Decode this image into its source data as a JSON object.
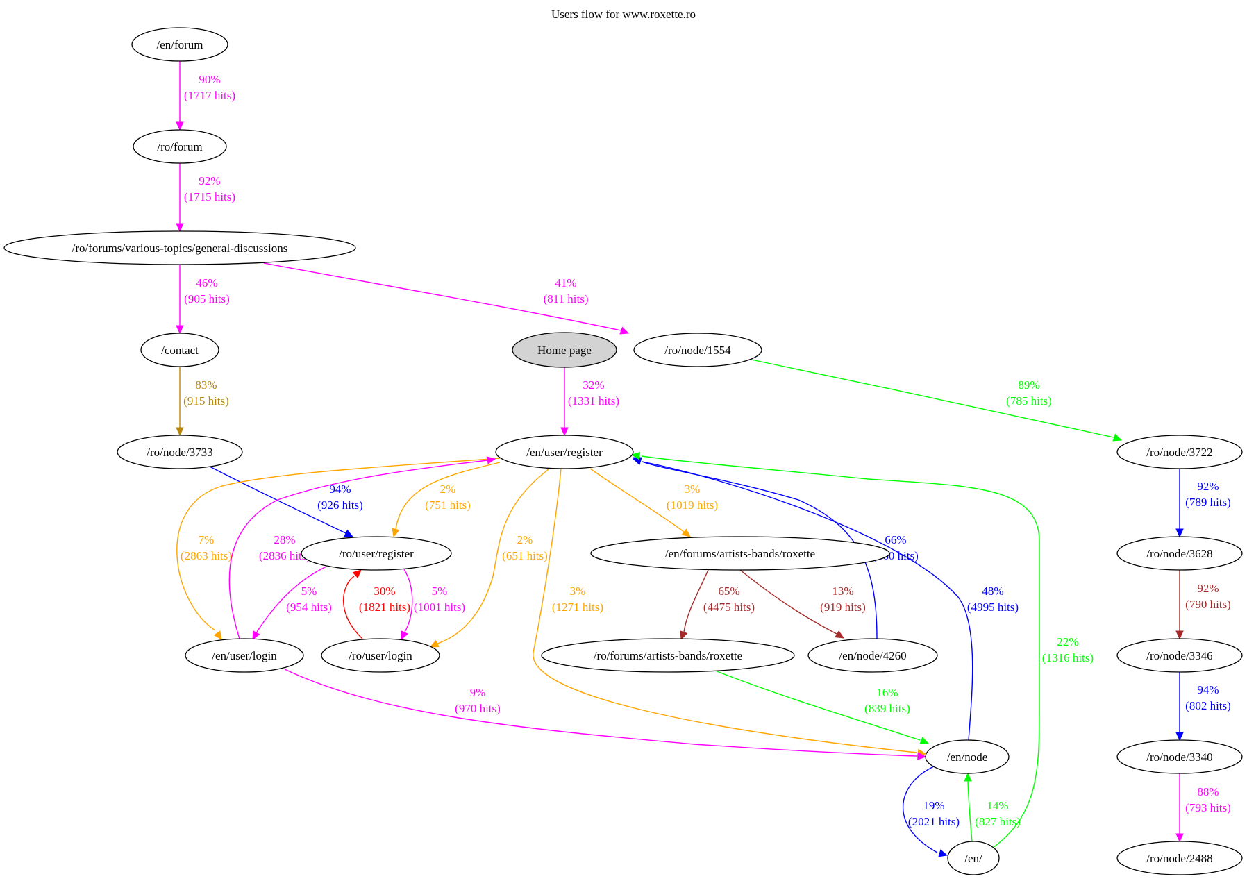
{
  "title": "Users flow for www.roxette.ro",
  "colors": {
    "magenta": "#ff00ff",
    "orange": "#ffa500",
    "blue": "#0000ff",
    "green": "#00ff00",
    "brown": "#a52a2a",
    "goldenrod": "#b8860b",
    "red": "#ff0000",
    "node_fill": "#ffffff",
    "start_fill": "#d3d3d3"
  },
  "nodes": [
    {
      "id": "en_forum",
      "label": "/en/forum"
    },
    {
      "id": "ro_forum",
      "label": "/ro/forum"
    },
    {
      "id": "gen_disc",
      "label": "/ro/forums/various-topics/general-discussions"
    },
    {
      "id": "contact",
      "label": "/contact"
    },
    {
      "id": "home",
      "label": "Home page",
      "start": true
    },
    {
      "id": "ro_node_1554",
      "label": "/ro/node/1554"
    },
    {
      "id": "ro_node_3733",
      "label": "/ro/node/3733"
    },
    {
      "id": "en_user_register",
      "label": "/en/user/register"
    },
    {
      "id": "ro_node_3722",
      "label": "/ro/node/3722"
    },
    {
      "id": "ro_user_register",
      "label": "/ro/user/register"
    },
    {
      "id": "en_forums_roxette",
      "label": "/en/forums/artists-bands/roxette"
    },
    {
      "id": "ro_node_3628",
      "label": "/ro/node/3628"
    },
    {
      "id": "en_user_login",
      "label": "/en/user/login"
    },
    {
      "id": "ro_user_login",
      "label": "/ro/user/login"
    },
    {
      "id": "ro_forums_roxette",
      "label": "/ro/forums/artists-bands/roxette"
    },
    {
      "id": "en_node_4260",
      "label": "/en/node/4260"
    },
    {
      "id": "ro_node_3346",
      "label": "/ro/node/3346"
    },
    {
      "id": "en_node",
      "label": "/en/node"
    },
    {
      "id": "ro_node_3340",
      "label": "/ro/node/3340"
    },
    {
      "id": "en_root",
      "label": "/en/"
    },
    {
      "id": "ro_node_2488",
      "label": "/ro/node/2488"
    }
  ],
  "edges": [
    {
      "id": "e1",
      "from": "en_forum",
      "to": "ro_forum",
      "percent": "90%",
      "hits": "(1717 hits)",
      "color": "magenta"
    },
    {
      "id": "e2",
      "from": "ro_forum",
      "to": "gen_disc",
      "percent": "92%",
      "hits": "(1715 hits)",
      "color": "magenta"
    },
    {
      "id": "e3",
      "from": "gen_disc",
      "to": "contact",
      "percent": "46%",
      "hits": "(905 hits)",
      "color": "magenta"
    },
    {
      "id": "e4",
      "from": "gen_disc",
      "to": "ro_node_1554",
      "percent": "41%",
      "hits": "(811 hits)",
      "color": "magenta"
    },
    {
      "id": "e5",
      "from": "contact",
      "to": "ro_node_3733",
      "percent": "83%",
      "hits": "(915 hits)",
      "color": "goldenrod"
    },
    {
      "id": "e6",
      "from": "home",
      "to": "en_user_register",
      "percent": "32%",
      "hits": "(1331 hits)",
      "color": "magenta"
    },
    {
      "id": "e7",
      "from": "ro_node_1554",
      "to": "ro_node_3722",
      "percent": "89%",
      "hits": "(785 hits)",
      "color": "green"
    },
    {
      "id": "e8",
      "from": "ro_node_3733",
      "to": "ro_user_register",
      "percent": "94%",
      "hits": "(926 hits)",
      "color": "blue"
    },
    {
      "id": "e9",
      "from": "en_user_register",
      "to": "en_user_login",
      "percent": "7%",
      "hits": "(2863 hits)",
      "color": "orange"
    },
    {
      "id": "e10",
      "from": "en_user_login",
      "to": "en_user_register",
      "percent": "28%",
      "hits": "(2836 hits)",
      "color": "magenta"
    },
    {
      "id": "e11",
      "from": "en_user_register",
      "to": "ro_user_register",
      "percent": "2%",
      "hits": "(751 hits)",
      "color": "orange"
    },
    {
      "id": "e12",
      "from": "en_user_register",
      "to": "ro_user_login",
      "percent": "2%",
      "hits": "(651 hits)",
      "color": "orange"
    },
    {
      "id": "e13",
      "from": "en_user_register",
      "to": "en_node",
      "percent": "3%",
      "hits": "(1271 hits)",
      "color": "orange"
    },
    {
      "id": "e14",
      "from": "en_user_register",
      "to": "en_forums_roxette",
      "percent": "3%",
      "hits": "(1019 hits)",
      "color": "orange"
    },
    {
      "id": "e15",
      "from": "en_node_4260",
      "to": "en_user_register",
      "percent": "66%",
      "hits": "(860 hits)",
      "color": "blue"
    },
    {
      "id": "e16",
      "from": "en_node",
      "to": "en_user_register",
      "percent": "48%",
      "hits": "(4995 hits)",
      "color": "blue"
    },
    {
      "id": "e17",
      "from": "en_root",
      "to": "en_user_register",
      "percent": "22%",
      "hits": "(1316 hits)",
      "color": "green"
    },
    {
      "id": "e18",
      "from": "ro_node_3722",
      "to": "ro_node_3628",
      "percent": "92%",
      "hits": "(789 hits)",
      "color": "blue"
    },
    {
      "id": "e19",
      "from": "ro_user_register",
      "to": "en_user_login",
      "percent": "5%",
      "hits": "(954 hits)",
      "color": "magenta"
    },
    {
      "id": "e20",
      "from": "ro_user_login",
      "to": "ro_user_register",
      "percent": "30%",
      "hits": "(1821 hits)",
      "color": "red"
    },
    {
      "id": "e21",
      "from": "ro_user_register",
      "to": "ro_user_login",
      "percent": "5%",
      "hits": "(1001 hits)",
      "color": "magenta"
    },
    {
      "id": "e22",
      "from": "en_forums_roxette",
      "to": "ro_forums_roxette",
      "percent": "65%",
      "hits": "(4475 hits)",
      "color": "brown"
    },
    {
      "id": "e23",
      "from": "en_forums_roxette",
      "to": "en_node_4260",
      "percent": "13%",
      "hits": "(919 hits)",
      "color": "brown"
    },
    {
      "id": "e24",
      "from": "ro_node_3628",
      "to": "ro_node_3346",
      "percent": "92%",
      "hits": "(790 hits)",
      "color": "brown"
    },
    {
      "id": "e25",
      "from": "en_user_login",
      "to": "en_node",
      "percent": "9%",
      "hits": "(970 hits)",
      "color": "magenta"
    },
    {
      "id": "e26",
      "from": "ro_forums_roxette",
      "to": "en_node",
      "percent": "16%",
      "hits": "(839 hits)",
      "color": "green"
    },
    {
      "id": "e27",
      "from": "ro_node_3346",
      "to": "ro_node_3340",
      "percent": "94%",
      "hits": "(802 hits)",
      "color": "blue"
    },
    {
      "id": "e28",
      "from": "en_node",
      "to": "en_root",
      "percent": "19%",
      "hits": "(2021 hits)",
      "color": "blue"
    },
    {
      "id": "e29",
      "from": "en_root",
      "to": "en_node",
      "percent": "14%",
      "hits": "(827 hits)",
      "color": "green"
    },
    {
      "id": "e30",
      "from": "ro_node_3340",
      "to": "ro_node_2488",
      "percent": "88%",
      "hits": "(793 hits)",
      "color": "magenta"
    }
  ]
}
